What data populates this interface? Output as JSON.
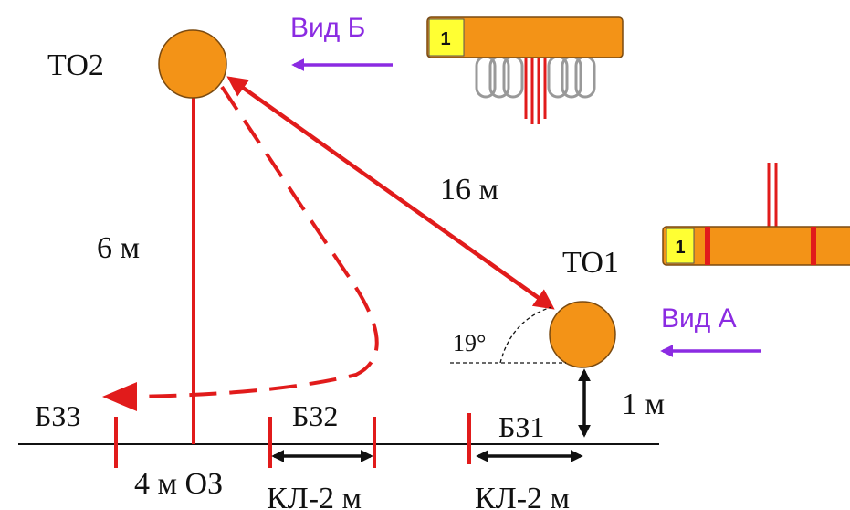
{
  "labels": {
    "to2": "ТО2",
    "to1": "ТО1",
    "dist_diag": "16 м",
    "dist_vert": "6 м",
    "dist_one": "1 м",
    "angle": "19°",
    "bz1": "БЗ1",
    "bz2": "БЗ2",
    "bz3": "БЗ3",
    "oz": "4 м ОЗ",
    "kl1": "КЛ-2 м",
    "kl2": "КЛ-2 м",
    "view_a": "Вид А",
    "view_b": "Вид Б",
    "box_b_num": "1",
    "box_a_num": "1"
  },
  "colors": {
    "route": "#e11b1b",
    "node": "#f39317",
    "view_arrow": "#8b2be2",
    "label_highlight": "#ffff33",
    "coil": "#999999",
    "ground": "#111111"
  }
}
